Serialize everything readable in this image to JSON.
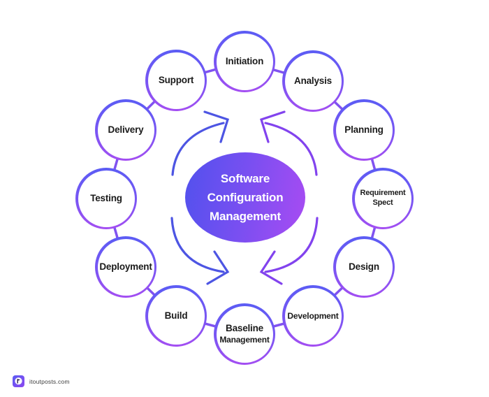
{
  "diagram": {
    "center": {
      "lines": [
        "Software",
        "Configuration",
        "Management"
      ]
    },
    "nodes": [
      {
        "id": "initiation",
        "lines": [
          "Initiation"
        ]
      },
      {
        "id": "analysis",
        "lines": [
          "Analysis"
        ]
      },
      {
        "id": "planning",
        "lines": [
          "Planning"
        ]
      },
      {
        "id": "requirement-spect",
        "lines": [
          "Requirement",
          "Spect"
        ]
      },
      {
        "id": "design",
        "lines": [
          "Design"
        ]
      },
      {
        "id": "development",
        "lines": [
          "Development"
        ]
      },
      {
        "id": "baseline-management",
        "lines": [
          "Baseline",
          "Management"
        ]
      },
      {
        "id": "build",
        "lines": [
          "Build"
        ]
      },
      {
        "id": "deployment",
        "lines": [
          "Deployment"
        ]
      },
      {
        "id": "testing",
        "lines": [
          "Testing"
        ]
      },
      {
        "id": "delivery",
        "lines": [
          "Delivery"
        ]
      },
      {
        "id": "support",
        "lines": [
          "Support"
        ]
      }
    ],
    "colors": {
      "node_border_top": "#5b5cf4",
      "node_border_bottom": "#a44ef2",
      "connector": "#8052f0",
      "arrow_left_blue": "#4d55e3",
      "arrow_right_purple": "#8243ee",
      "center_gradient_start": "#5551ee",
      "center_gradient_end": "#a44cf2",
      "label_text": "#1b1b1b",
      "center_text": "#ffffff"
    }
  },
  "footer": {
    "watermark": "itoutposts.com",
    "logo_icon": "itoutposts-flag-logo"
  }
}
